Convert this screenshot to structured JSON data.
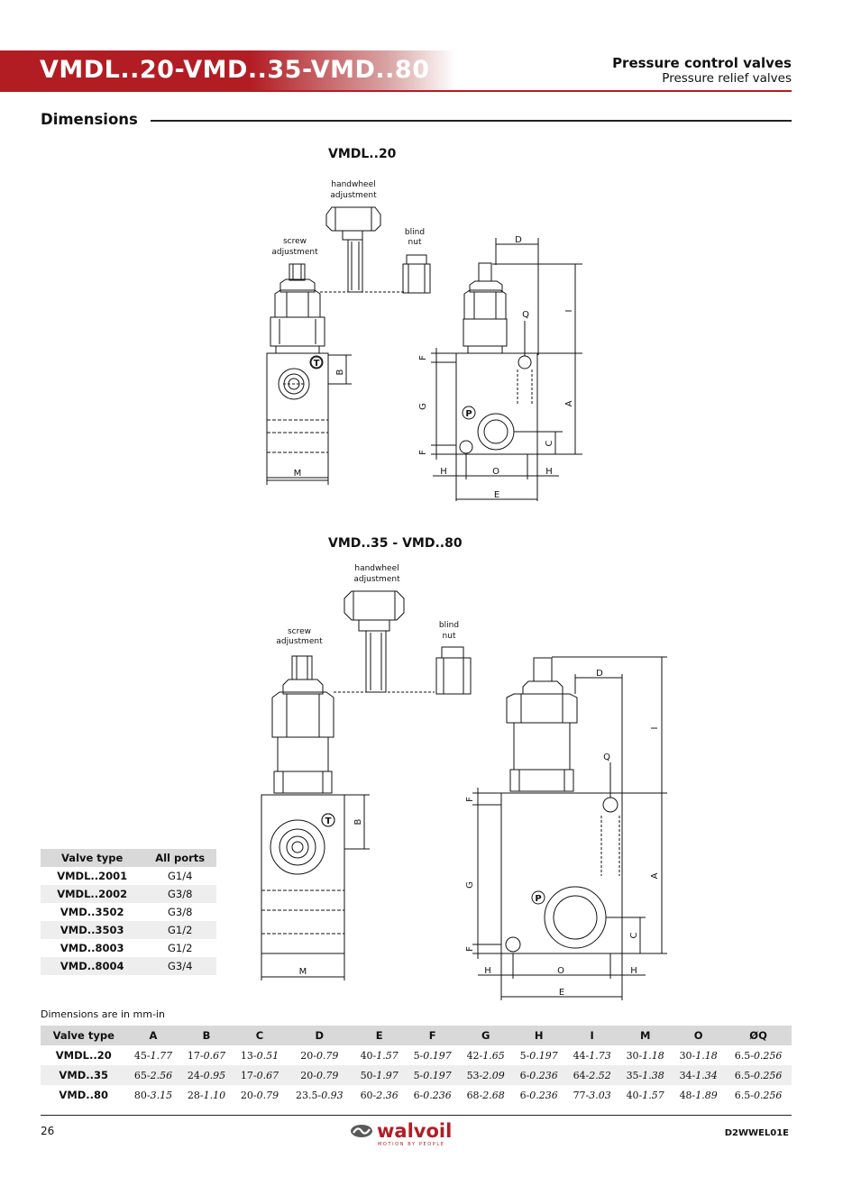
{
  "header": {
    "title": "VMDL..20-VMD..35-VMD..80",
    "category": "Pressure control valves",
    "subcategory": "Pressure relief valves"
  },
  "section": {
    "title": "Dimensions"
  },
  "figures": {
    "fig1_title": "VMDL..20",
    "fig2_title": "VMD..35 - VMD..80",
    "labels": {
      "handwheel1": "handwheel",
      "handwheel2": "adjustment",
      "screw1": "screw",
      "screw2": "adjustment",
      "blind1": "blind",
      "blind2": "nut"
    },
    "dim_letters": {
      "A": "A",
      "B": "B",
      "C": "C",
      "D": "D",
      "E": "E",
      "F": "F",
      "G": "G",
      "H": "H",
      "I": "I",
      "M": "M",
      "O": "O",
      "Q": "Q",
      "P": "P",
      "T": "T"
    }
  },
  "ports_table": {
    "headers": [
      "Valve type",
      "All ports"
    ],
    "rows": [
      [
        "VMDL..2001",
        "G1/4"
      ],
      [
        "VMDL..2002",
        "G3/8"
      ],
      [
        "VMD..3502",
        "G3/8"
      ],
      [
        "VMD..3503",
        "G1/2"
      ],
      [
        "VMD..8003",
        "G1/2"
      ],
      [
        "VMD..8004",
        "G3/4"
      ]
    ]
  },
  "dims_note": "Dimensions are in mm-in",
  "dims_table": {
    "headers": [
      "Valve type",
      "A",
      "B",
      "C",
      "D",
      "E",
      "F",
      "G",
      "H",
      "I",
      "M",
      "O",
      "ØQ"
    ],
    "rows": [
      [
        "VMDL..20",
        "45-1.77",
        "17-0.67",
        "13-0.51",
        "20-0.79",
        "40-1.57",
        "5-0.197",
        "42-1.65",
        "5-0.197",
        "44-1.73",
        "30-1.18",
        "30-1.18",
        "6.5-0.256"
      ],
      [
        "VMD..35",
        "65-2.56",
        "24-0.95",
        "17-0.67",
        "20-0.79",
        "50-1.97",
        "5-0.197",
        "53-2.09",
        "6-0.236",
        "64-2.52",
        "35-1.38",
        "34-1.34",
        "6.5-0.256"
      ],
      [
        "VMD..80",
        "80-3.15",
        "28-1.10",
        "20-0.79",
        "23.5-0.93",
        "60-2.36",
        "6-0.236",
        "68-2.68",
        "6-0.236",
        "77-3.03",
        "40-1.57",
        "48-1.89",
        "6.5-0.256"
      ]
    ]
  },
  "footer": {
    "page": "26",
    "brand": "walvoil",
    "tagline": "MOTION BY PEOPLE",
    "doc_code": "D2WWEL01E"
  },
  "colors": {
    "brand_red": "#b21d24",
    "header_gray": "#d9d9d9",
    "row_alt": "#eeeeee"
  }
}
